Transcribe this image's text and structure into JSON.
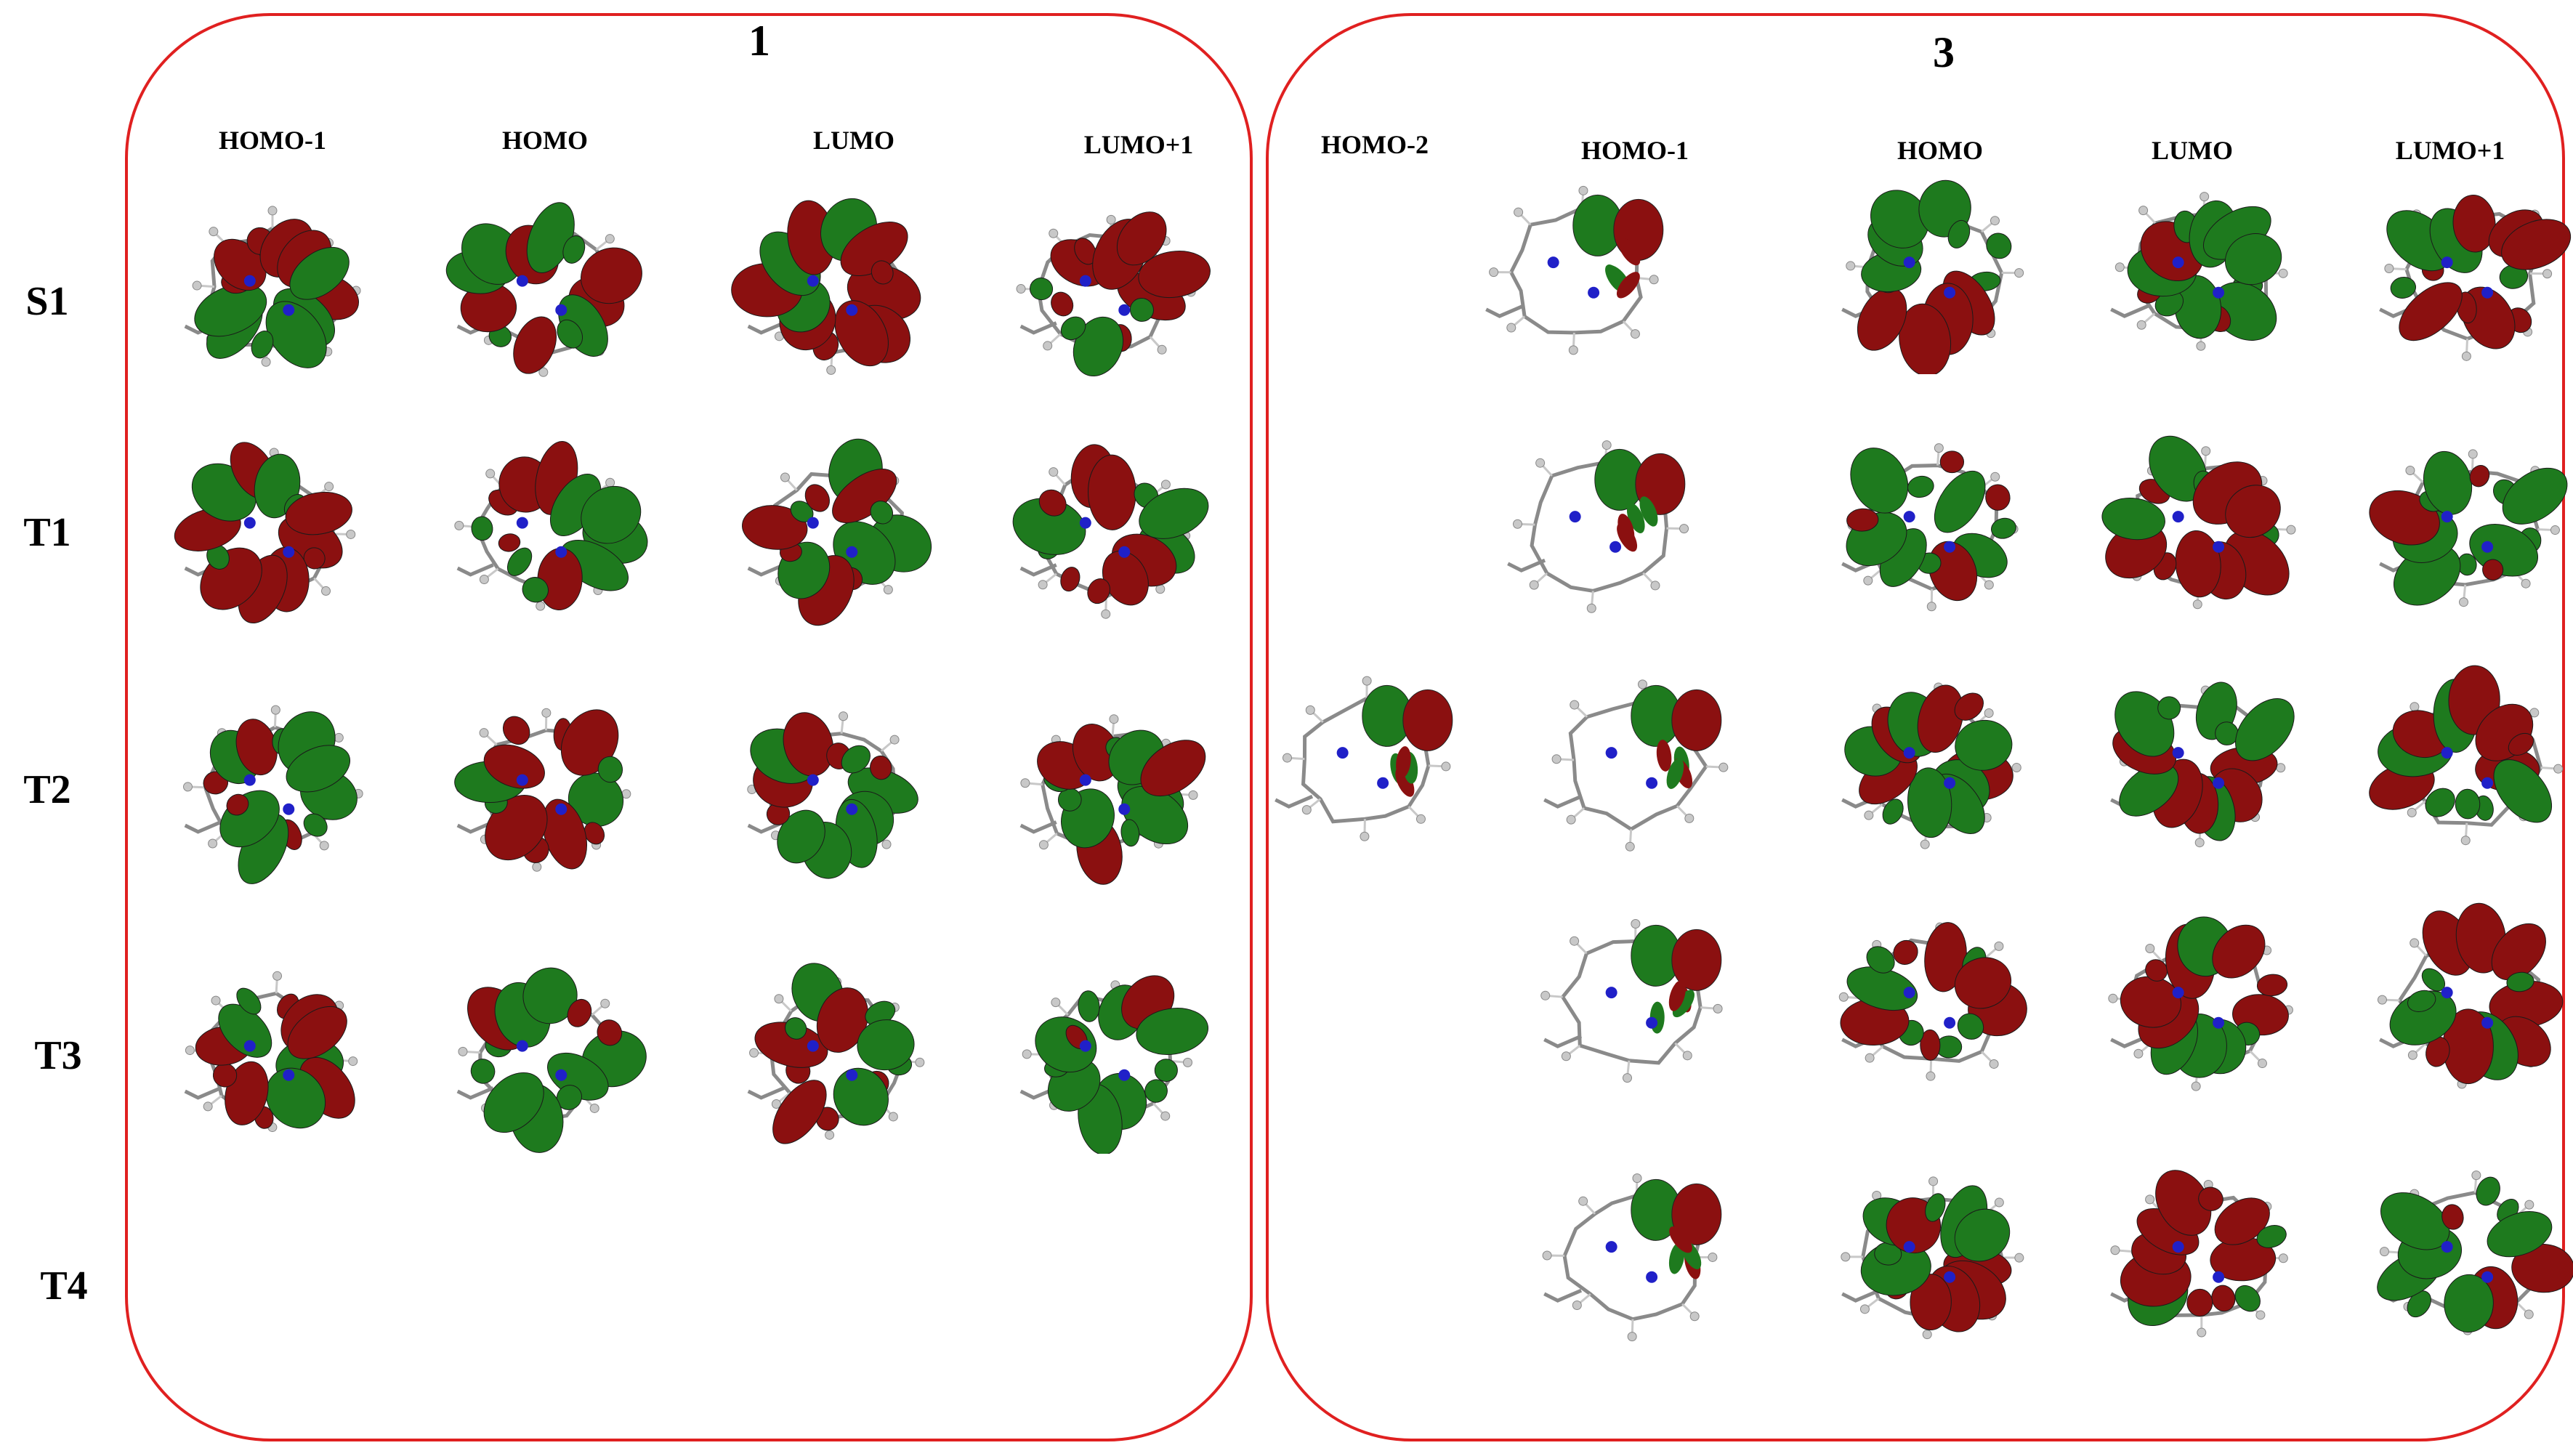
{
  "colors": {
    "frame": "#e02020",
    "lobe_positive": "#1e7a1e",
    "lobe_negative": "#8b1010",
    "nitrogen_atom": "#2020c8",
    "hydrogen_atom": "#c8c8c8",
    "carbon_atom": "#8a8a8a"
  },
  "panel_1": {
    "title": "1",
    "columns": [
      "HOMO-1",
      "HOMO",
      "LUMO",
      "LUMO+1"
    ]
  },
  "panel_3": {
    "title": "3",
    "columns": [
      "HOMO-2",
      "HOMO-1",
      "HOMO",
      "LUMO",
      "LUMO+1"
    ]
  },
  "states": [
    "S1",
    "T1",
    "T2",
    "T3",
    "T4"
  ],
  "orbital_images": [
    {
      "panel": "1",
      "state": "S1",
      "orbital": "HOMO-1"
    },
    {
      "panel": "1",
      "state": "S1",
      "orbital": "HOMO"
    },
    {
      "panel": "1",
      "state": "S1",
      "orbital": "LUMO"
    },
    {
      "panel": "1",
      "state": "S1",
      "orbital": "LUMO+1"
    },
    {
      "panel": "1",
      "state": "T1",
      "orbital": "HOMO-1"
    },
    {
      "panel": "1",
      "state": "T1",
      "orbital": "HOMO"
    },
    {
      "panel": "1",
      "state": "T1",
      "orbital": "LUMO"
    },
    {
      "panel": "1",
      "state": "T1",
      "orbital": "LUMO+1"
    },
    {
      "panel": "1",
      "state": "T2",
      "orbital": "HOMO-1"
    },
    {
      "panel": "1",
      "state": "T2",
      "orbital": "HOMO"
    },
    {
      "panel": "1",
      "state": "T2",
      "orbital": "LUMO"
    },
    {
      "panel": "1",
      "state": "T2",
      "orbital": "LUMO+1"
    },
    {
      "panel": "1",
      "state": "T3",
      "orbital": "HOMO-1"
    },
    {
      "panel": "1",
      "state": "T3",
      "orbital": "HOMO"
    },
    {
      "panel": "1",
      "state": "T3",
      "orbital": "LUMO"
    },
    {
      "panel": "1",
      "state": "T3",
      "orbital": "LUMO+1"
    },
    {
      "panel": "3",
      "state": "S1",
      "orbital": "HOMO-1"
    },
    {
      "panel": "3",
      "state": "S1",
      "orbital": "HOMO"
    },
    {
      "panel": "3",
      "state": "S1",
      "orbital": "LUMO"
    },
    {
      "panel": "3",
      "state": "S1",
      "orbital": "LUMO+1"
    },
    {
      "panel": "3",
      "state": "T1",
      "orbital": "HOMO-1"
    },
    {
      "panel": "3",
      "state": "T1",
      "orbital": "HOMO"
    },
    {
      "panel": "3",
      "state": "T1",
      "orbital": "LUMO"
    },
    {
      "panel": "3",
      "state": "T1",
      "orbital": "LUMO+1"
    },
    {
      "panel": "3",
      "state": "T2",
      "orbital": "HOMO-2"
    },
    {
      "panel": "3",
      "state": "T2",
      "orbital": "HOMO-1"
    },
    {
      "panel": "3",
      "state": "T2",
      "orbital": "HOMO"
    },
    {
      "panel": "3",
      "state": "T2",
      "orbital": "LUMO"
    },
    {
      "panel": "3",
      "state": "T2",
      "orbital": "LUMO+1"
    },
    {
      "panel": "3",
      "state": "T3",
      "orbital": "HOMO-1"
    },
    {
      "panel": "3",
      "state": "T3",
      "orbital": "HOMO"
    },
    {
      "panel": "3",
      "state": "T3",
      "orbital": "LUMO"
    },
    {
      "panel": "3",
      "state": "T3",
      "orbital": "LUMO+1"
    },
    {
      "panel": "3",
      "state": "T4",
      "orbital": "HOMO-1"
    },
    {
      "panel": "3",
      "state": "T4",
      "orbital": "HOMO"
    },
    {
      "panel": "3",
      "state": "T4",
      "orbital": "LUMO"
    },
    {
      "panel": "3",
      "state": "T4",
      "orbital": "LUMO+1"
    }
  ]
}
